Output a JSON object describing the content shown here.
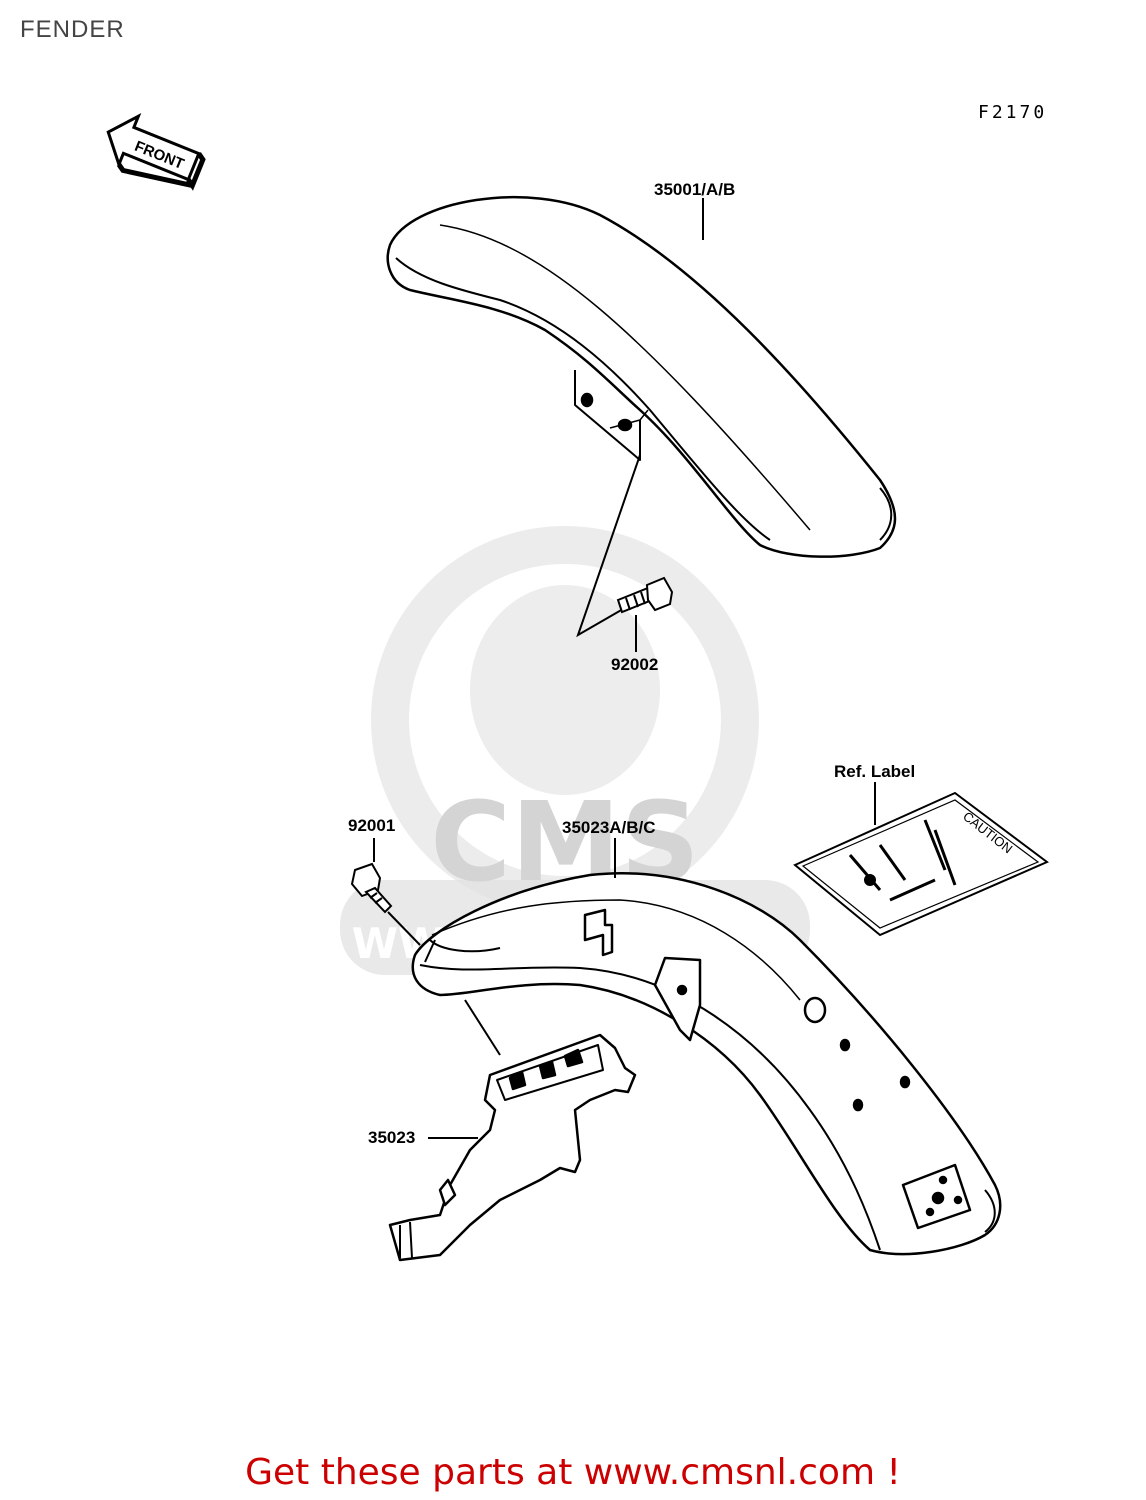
{
  "title": "FENDER",
  "figure_code": "F2170",
  "front_marker": "FRONT",
  "labels": {
    "front_fender": "35001/A/B",
    "bolt_front": "92002",
    "bolt_rear": "92001",
    "rear_fender": "35023A/B/C",
    "inner_fender": "35023",
    "ref_label": "Ref. Label",
    "caution": "CAUTION"
  },
  "watermark": {
    "logo_text": "CMS",
    "url_text": "WWW.CMSNL.COM"
  },
  "footer": "Get these parts at www.cmsnl.com !",
  "colors": {
    "footer": "#cc0000",
    "watermark": "#d8d8d8"
  }
}
